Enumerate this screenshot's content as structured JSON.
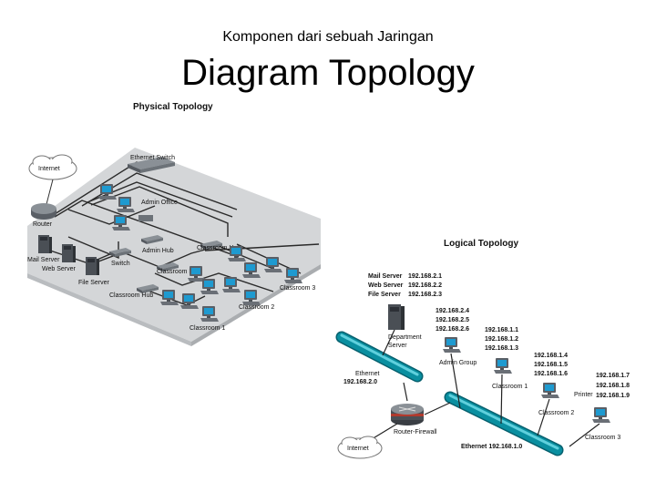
{
  "header": {
    "subtitle": "Komponen dari sebuah Jaringan",
    "title": "Diagram Topology"
  },
  "physical": {
    "heading": "Physical Topology",
    "labels": {
      "internet": "Internet",
      "router": "Router",
      "ethernet_switch": "Ethernet Switch",
      "admin_office": "Admin Office",
      "admin_hub": "Admin Hub",
      "classroom_hub_a": "Classroom Hub",
      "classroom_hub_b": "Classroom Hub",
      "classroom_hub_c": "Classroom Hub",
      "mail_server": "Mail Server",
      "web_server": "Web Server",
      "file_server": "File Server",
      "switch": "Switch",
      "classroom1": "Classroom 1",
      "classroom2": "Classroom 2",
      "classroom3": "Classroom 3"
    }
  },
  "logical": {
    "heading": "Logical Topology",
    "servers": [
      {
        "name": "Mail Server",
        "ip": "192.168.2.1"
      },
      {
        "name": "Web Server",
        "ip": "192.168.2.2"
      },
      {
        "name": "File Server",
        "ip": "192.168.2.3"
      }
    ],
    "department_server": {
      "label_line1": "Department",
      "label_line2": "Server",
      "ips": [
        "192.168.2.4",
        "192.168.2.5",
        "192.168.2.6"
      ]
    },
    "admin_group": {
      "label": "Admin Group",
      "ips": [
        "192.168.1.1",
        "192.168.1.2",
        "192.168.1.3"
      ]
    },
    "classroom1": {
      "label": "Classroom 1",
      "ips": [
        "192.168.1.4",
        "192.168.1.5",
        "192.168.1.6"
      ]
    },
    "printer": {
      "label": "Printer",
      "ips": [
        "192.168.1.7",
        "192.168.1.8",
        "192.168.1.9"
      ]
    },
    "classroom2": {
      "label": "Classroom 2"
    },
    "classroom3": {
      "label": "Classroom 3"
    },
    "ethernet_a": {
      "label": "Ethernet",
      "ip": "192.168.2.0"
    },
    "router_firewall": "Router-Firewall",
    "internet": "Internet",
    "ethernet_b": "Ethernet 192.168.1.0"
  },
  "colors": {
    "panel": "#d4d6d8",
    "cable": "#0a8fa0",
    "cable_dark": "#06606e",
    "pc_screen": "#1e9ad0",
    "pc_body": "#5a5f66"
  }
}
